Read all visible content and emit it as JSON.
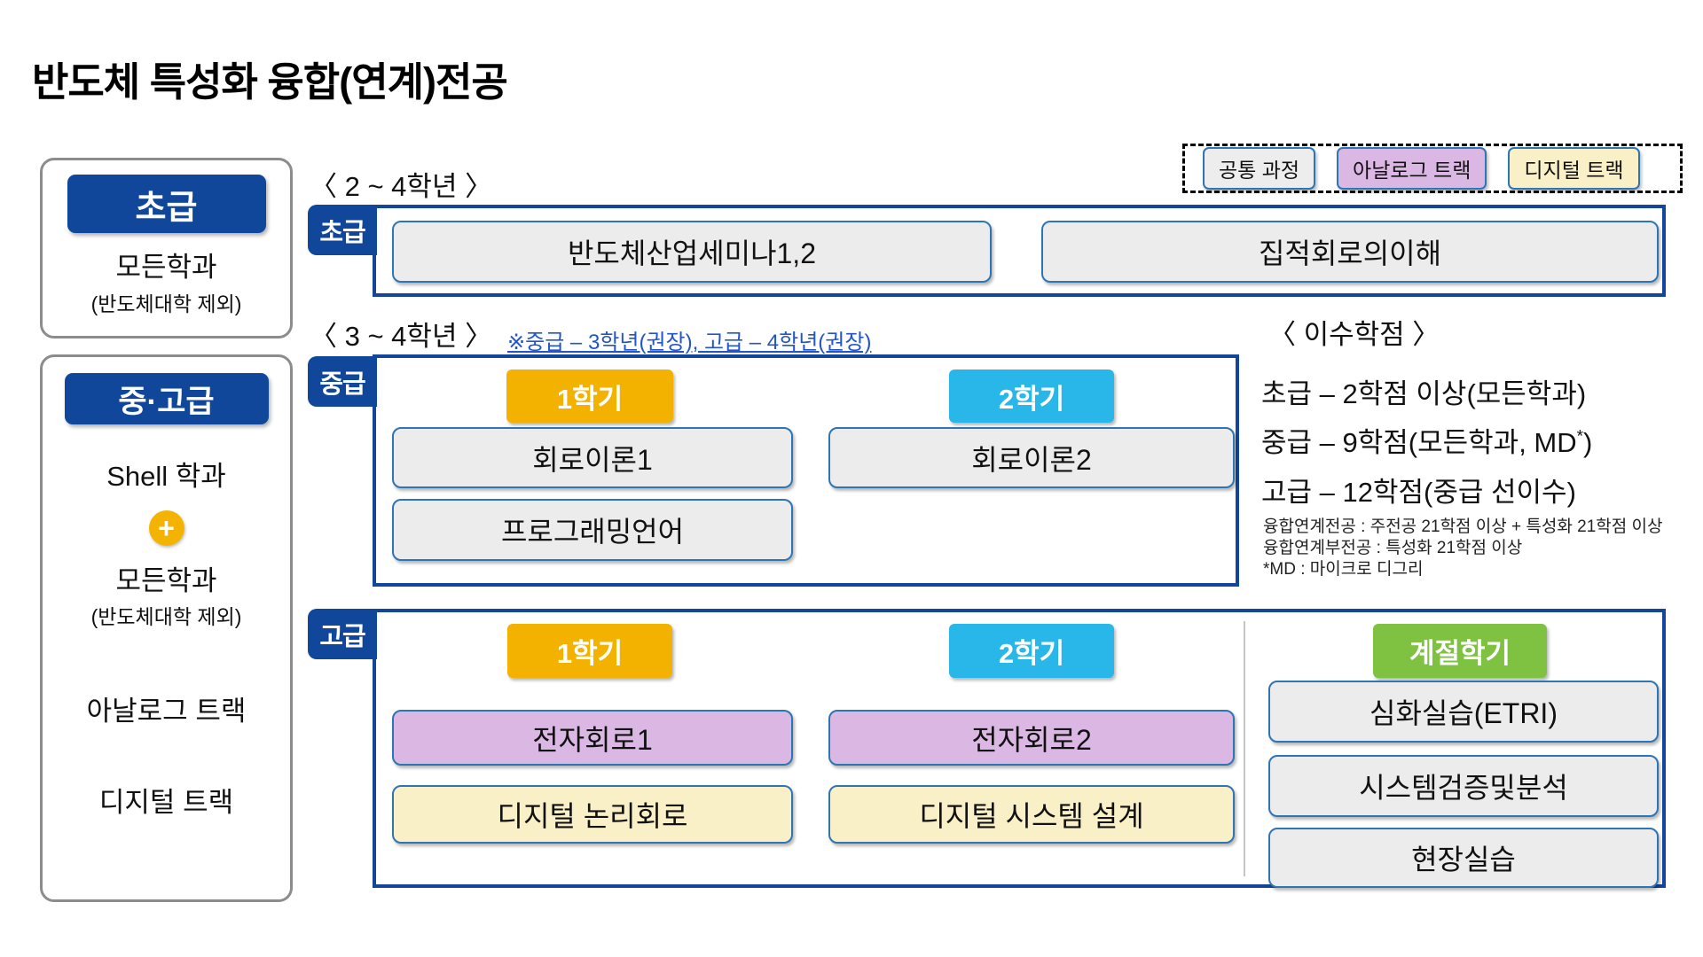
{
  "title": "반도체 특성화 융합(연계)전공",
  "colors": {
    "navy": "#11479B",
    "course_border_blue": "#2E75B6",
    "orange": "#F4B200",
    "cyan": "#29B6E8",
    "green": "#7FC242",
    "purple": "#DBB8E4",
    "yellow": "#FAF0C8",
    "gray_box": "#ECECEC",
    "link_blue": "#2355C8"
  },
  "legend": {
    "items": [
      {
        "label": "공통 과정"
      },
      {
        "label": "아날로그 트랙"
      },
      {
        "label": "디지털 트랙"
      }
    ]
  },
  "sidebar": {
    "beginner": {
      "badge": "초급",
      "dept": "모든학과",
      "dept_note": "(반도체대학 제외)"
    },
    "mid_adv": {
      "badge": "중·고급",
      "shell": "Shell 학과",
      "plus": "+",
      "dept": "모든학과",
      "dept_note": "(반도체대학 제외)",
      "track_analog": "아날로그 트랙",
      "track_digital": "디지털 트랙"
    }
  },
  "grade24": {
    "header": "〈 2 ~ 4학년 〉",
    "tab": "초급",
    "course1": "반도체산업세미나1,2",
    "course2": "집적회로의이해"
  },
  "grade34": {
    "header": "〈 3 ~ 4학년 〉",
    "note": "※중급 – 3학년(권장), 고급 – 4학년(권장)"
  },
  "intermediate": {
    "tab": "중급",
    "sem1": "1학기",
    "sem2": "2학기",
    "s1_course1": "회로이론1",
    "s1_course2": "프로그래밍언어",
    "s2_course1": "회로이론2"
  },
  "advanced": {
    "tab": "고급",
    "sem1": "1학기",
    "sem2": "2학기",
    "season": "계절학기",
    "s1_course1": "전자회로1",
    "s1_course2": "디지털 논리회로",
    "s2_course1": "전자회로2",
    "s2_course2": "디지털 시스템 설계",
    "season_course1": "심화실습(ETRI)",
    "season_course2": "시스템검증및분석",
    "season_course3": "현장실습"
  },
  "credits": {
    "header": "〈 이수학점 〉",
    "line1": "초급 – 2학점 이상(모든학과)",
    "line2_pre": "중급 – 9학점(모든학과, MD",
    "line2_sup": "*",
    "line2_post": ")",
    "line3": "고급 – 12학점(중급 선이수)",
    "note1": "융합연계전공 : 주전공 21학점 이상 + 특성화 21학점 이상",
    "note2": "융합연계부전공 : 특성화 21학점 이상",
    "note3": "*MD : 마이크로 디그리"
  }
}
